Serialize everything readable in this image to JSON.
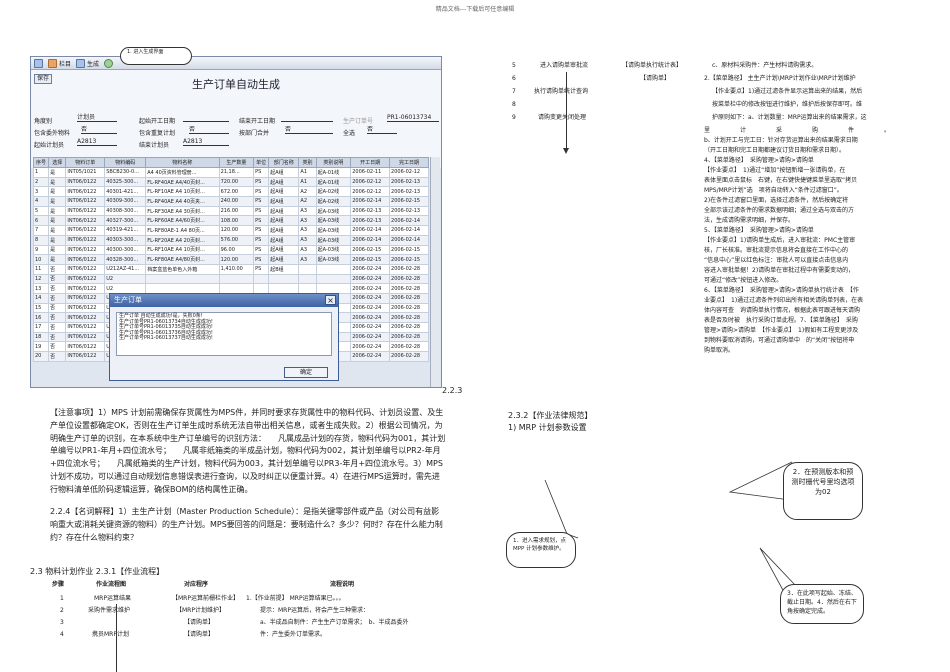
{
  "header": "精品文档---下载后可任意编辑",
  "app": {
    "toolbar": [
      "栏目",
      "生成"
    ],
    "top_callout": "1. 进入生成界面",
    "save_label": "保存",
    "form_title": "生产订单自动生成",
    "fields": {
      "jiaoduzhi_label": "角度别",
      "jiaoduzhi_value": "计划员",
      "start_label": "起始开工日期",
      "end_label": "结束开工日期",
      "order_no_label": "生产订单号",
      "order_no_value": "PR1-06013734",
      "outsource_label": "包含委外物料",
      "outsource_value": "否",
      "cover_label": "包含重复计划",
      "cover_value": "否",
      "merge_label": "按部门合并",
      "merge_value": "否",
      "selectall_label": "全选",
      "selectall_value": "否",
      "planner_start_label": "起始计划员",
      "planner_start_value": "A2813",
      "planner_end_label": "结束计划员",
      "planner_end_value": "A2813"
    },
    "columns": [
      "序号",
      "选择",
      "物料订单",
      "物料编码",
      "物料名称",
      "生产数量",
      "单位",
      "部门名称",
      "类别",
      "类别说明",
      "开工日期",
      "完工日期"
    ],
    "rows": [
      [
        "1",
        "是",
        "INT05/1021",
        "SBCB230-0...",
        "A4 40页资料管理册...",
        "21,18...",
        "PS",
        "起A组",
        "A1",
        "起A-01线",
        "2006-02-11",
        "2006-02-12"
      ],
      [
        "2",
        "是",
        "INT06/0122",
        "40325-300...",
        "FL-RF40AE A4/40页封...",
        "720.00",
        "PS",
        "起A组",
        "A1",
        "起A-01线",
        "2006-02-12",
        "2006-02-13"
      ],
      [
        "3",
        "是",
        "INT06/0122",
        "40301-421...",
        "FL-RF10AE A4 10页封...",
        "672.00",
        "PS",
        "起A组",
        "A2",
        "起A-02线",
        "2006-02-12",
        "2006-02-13"
      ],
      [
        "4",
        "是",
        "INT06/0122",
        "40309-300...",
        "FL-RF40AE A4 40页夹...",
        "240.00",
        "PS",
        "起A组",
        "A2",
        "起A-02线",
        "2006-02-14",
        "2006-02-15"
      ],
      [
        "5",
        "是",
        "INT06/0122",
        "40308-300...",
        "FL-RF30AE A4 30页封...",
        "216.00",
        "PS",
        "起A组",
        "A3",
        "起A-03线",
        "2006-02-13",
        "2006-02-13"
      ],
      [
        "6",
        "是",
        "INT06/0122",
        "40327-300...",
        "FL-RF60AE A4/60页封...",
        "108.00",
        "PS",
        "起A组",
        "A3",
        "起A-03线",
        "2006-02-13",
        "2006-02-14"
      ],
      [
        "7",
        "是",
        "INT06/0122",
        "40319-421...",
        "FL-RF80AE-1 A4 80页...",
        "120.00",
        "PS",
        "起A组",
        "A3",
        "起A-03线",
        "2006-02-14",
        "2006-02-14"
      ],
      [
        "8",
        "是",
        "INT06/0122",
        "40303-300...",
        "FL-RF20AE A4 20页封...",
        "576.00",
        "PS",
        "起A组",
        "A3",
        "起A-03线",
        "2006-02-14",
        "2006-02-14"
      ],
      [
        "9",
        "是",
        "INT06/0122",
        "40300-300...",
        "FL-RF10AE A4 10页封...",
        "96.00",
        "PS",
        "起A组",
        "A3",
        "起A-03线",
        "2006-02-15",
        "2006-02-15"
      ],
      [
        "10",
        "是",
        "INT06/0122",
        "40328-300...",
        "FL-RF80AE A4/80页封...",
        "120.00",
        "PS",
        "起A组",
        "A3",
        "起A-03线",
        "2006-02-15",
        "2006-02-15"
      ],
      [
        "11",
        "否",
        "INT06/0122",
        "U212AZ-41...",
        "档案盒蓝色单色入外箱",
        "1,410.00",
        "PS",
        "起B组",
        "",
        "",
        "2006-02-24",
        "2006-02-28"
      ],
      [
        "12",
        "否",
        "INT06/0122",
        "U2",
        "",
        "",
        "",
        "",
        "",
        "",
        "2006-02-24",
        "2006-02-28"
      ],
      [
        "13",
        "否",
        "INT06/0122",
        "U2",
        "",
        "",
        "",
        "",
        "",
        "",
        "2006-02-24",
        "2006-02-28"
      ],
      [
        "14",
        "否",
        "INT06/0122",
        "U2",
        "",
        "",
        "",
        "",
        "",
        "",
        "2006-02-24",
        "2006-02-28"
      ],
      [
        "15",
        "否",
        "INT06/0122",
        "U2",
        "",
        "",
        "",
        "",
        "",
        "",
        "2006-02-24",
        "2006-02-28"
      ],
      [
        "16",
        "否",
        "INT06/0122",
        "U2",
        "",
        "",
        "",
        "",
        "",
        "",
        "2006-02-24",
        "2006-02-28"
      ],
      [
        "17",
        "否",
        "INT06/0122",
        "U2",
        "",
        "",
        "",
        "",
        "",
        "",
        "2006-02-24",
        "2006-02-28"
      ],
      [
        "18",
        "否",
        "INT06/0122",
        "U2",
        "",
        "",
        "",
        "",
        "",
        "",
        "2006-02-24",
        "2006-02-28"
      ],
      [
        "19",
        "否",
        "INT06/0122",
        "U2",
        "",
        "",
        "",
        "",
        "",
        "",
        "2006-02-24",
        "2006-02-28"
      ],
      [
        "20",
        "否",
        "INT06/0122",
        "U2",
        "",
        "",
        "",
        "",
        "",
        "",
        "2006-02-24",
        "2006-02-28"
      ]
    ],
    "dialog": {
      "title": "生产订单",
      "lines": [
        "生产订单 自动生成成功!是，失败0条!",
        "生产订单号PR1-06013734自动生成成功!",
        "生产订单号PR1-06013735自动生成成功!",
        "生产订单号PR1-06013736自动生成成功!",
        "生产订单号PR1-06013737自动生成成功!"
      ],
      "ok": "确定"
    }
  },
  "section_223": "2.2.3",
  "notes_para": "【注意事项】1）MPS 计划前需确保存货属性为MPS件，并同时要求存货属性中的物料代码、计划员设置、及生产单位设置都确定OK，否则在生产订单生成时系统无法自带出相关信息，或者生成失败。2）根据公司情况，为明确生产订单的识别，在本系统中生产订单编号的识别方法：　　凡属成品计划的存货，物料代码为001，其计划单编号以PR1-年月+四位流水号；　　凡属非纸箱类的半成品计划，物料代码为002，其计划单编号以PR2-年月+四位流水号；　　凡属纸箱类的生产计划，物料代码为003，其计划单编号以PR3-年月+四位流水号。3）MPS计划不成功，可以通过自动规划信息错误表进行查询，以及时纠正以便重计算。4）在进行MPS运算时，需先进行物料清单低阶码逻辑运算，确保BOM的结构属性正确。",
  "mps_para": "2.2.4【名词解释】1）主生产计划（Master Production Schedule）：是指关键零部件或产品（对公司有益影响重大或消耗关键资源的物料）的生产计划。MPS要回答的问题是：要制造什么？多少？何时？存在什么能力制约？存在什么物料约束？",
  "flow_heading": "2.3 物料计划作业 2.3.1【作业流程】",
  "flow_cols": [
    "步骤",
    "作业流程图",
    "对应程序",
    "流程说明"
  ],
  "flow_rows": [
    [
      "1",
      "MRP运算结果",
      "【MRP运算前栅栏作业】",
      "1.【作业前提】 MRP运算结果已。。。"
    ],
    [
      "2",
      "采购件需求维护",
      "【MRP计划维护】",
      "提示：MRP运算后，将会产生三种需求："
    ],
    [
      "3",
      "",
      "【请购单】",
      "a、半成品自制件：产生生产订单需求；　b、半成品委外"
    ],
    [
      "4",
      "携员MRP计划",
      "【请购单】",
      "件：产生委外订单需求。"
    ]
  ],
  "rflow_rows": [
    [
      "5",
      "进入请购单审批流",
      "【请购单执行统计表】",
      "c、原材料采购件：产生材料请购需求。"
    ],
    [
      "6",
      "",
      "【请购单】",
      "2.【菜单路径】 主生产计划\\MRP计划作业\\MRP计划维护"
    ],
    [
      "7",
      "执行请购单统计查询",
      "",
      "【作业要点】1)通过过滤条件显示运算出来的结果，然后"
    ],
    [
      "8",
      "",
      "",
      "按菜单栏中的修改按钮进行维护，维护后按保存即可。维"
    ],
    [
      "9",
      "请购变更关闭处理",
      "",
      "护原则如下：a、计划数量：MRP运算出来的结果需求，这"
    ]
  ],
  "right_text": [
    "里　　　　　计　　　　　采　　　　　购　　　　　件　　　　　。",
    "b、计划开工与完工日：针对存货运算出来的结果需求日期",
    "（开工日期和完工日期都建议订货日期和需求日期）。",
    "4、【菜单路径】　采购管理>请购>请购单",
    "【作业要点】　1)通过“增加”按钮新增一张请购单，在",
    "表体里面点击鼠标　右键，在右键快捷键菜单里选取“拷贝",
    "MPS/MRP计划”选　项将自动转入“条件过滤窗口”。",
    "2)在条件过滤窗口里面，选择过滤条件，然后按确定将",
    "全部示该过滤条件的需求数据明细；通过全选与双击的方",
    "法，生成请购需求明细，并保存。",
    "5、【菜单路径】　采购管理>请购>请购单",
    "【作业要点】1)请购单生成后，进入审批流：PMC主管审",
    "核，厂长核准。审批流提示信息将会直接在工作中心的",
    "“信息中心”里以红色标注：审批人可以直接点击信息内",
    "容进入审批单据！2)请购单在审批过程中有需要变动的，",
    "可通过“修改”按钮进入修改。",
    "6、【菜单路径】　采购管理>请购>请购单执行统计表　【作",
    "业要点】　1)通过过滤条件列印出所有相关请购单列表，在表",
    "体内容可查　询请购单执行情况，根据此表可跟进每天请购",
    "表是否及时被　执行采购订单此程。7、【菜单路径】　采购",
    "管理>请购>请购单　【作业要点】　1)假如有工程变更涉及",
    "到物料要取消请购，可通过请购单中　的“关闭”按钮将申",
    "购单取消。"
  ],
  "section_232": "2.3.2【作业法律规范】",
  "mrp_setting": "1) MRP 计划参数设置",
  "callout1": "1．进入需求规划，点 MPP 计划参数维护。",
  "callout2": "2．在预测版本和预测时栅代号里均选项为02",
  "callout3": "3．在此项写起始、冻结、截止日期。4．然后在右下角按确定完成。"
}
